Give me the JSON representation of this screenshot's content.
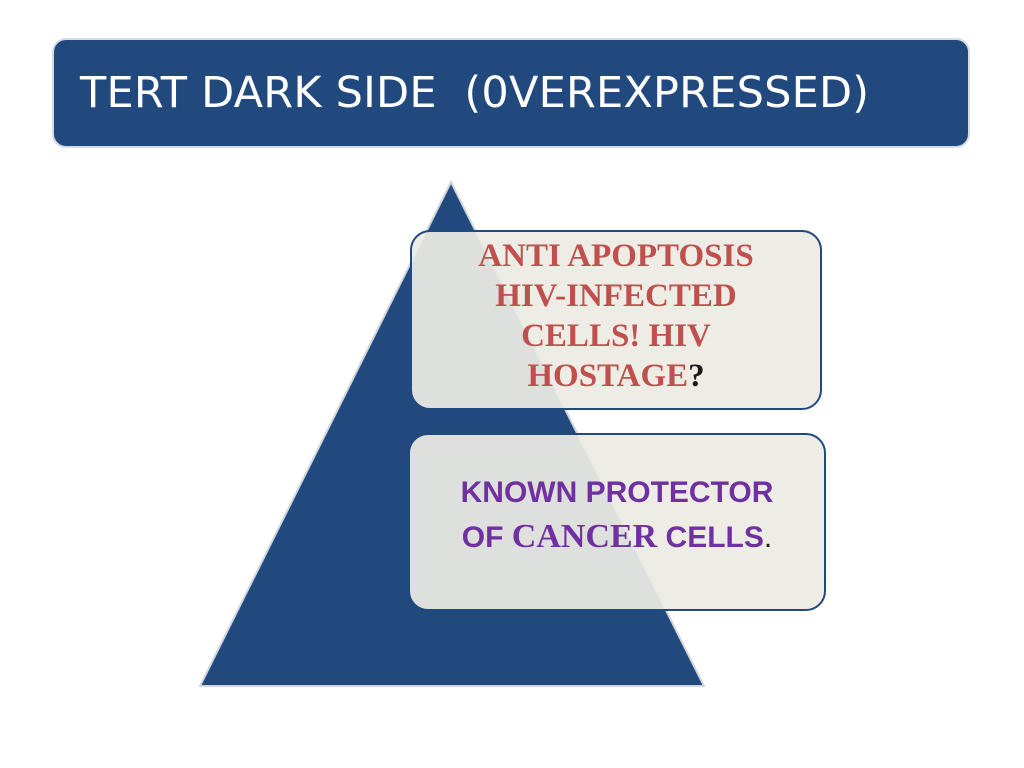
{
  "title": "TERT DARK SIDE  (0VEREXPRESSED)",
  "colors": {
    "accent": "#21497d",
    "box1_text": "#c0504d",
    "box2_text": "#7030a0",
    "box_fill": "#ecece4"
  },
  "boxes": [
    {
      "lines": [
        "ANTI APOPTOSIS",
        "HIV-INFECTED",
        "CELLS! HIV",
        "HOSTAGE"
      ],
      "suffix": "?"
    },
    {
      "line1": "KNOWN PROTECTOR",
      "line2_prefix": "OF ",
      "line2_serif": "CANCER",
      "line2_suffix": " CELLS",
      "end": "."
    }
  ]
}
